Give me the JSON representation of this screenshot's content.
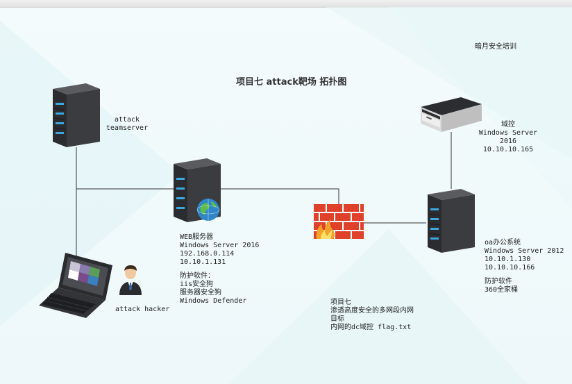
{
  "title": "项目七 attack靶场 拓扑图",
  "brand": "暗月安全培训",
  "nodes": {
    "teamserver": {
      "icon": "server-tower-icon",
      "lines": [
        "attack",
        "teamserver"
      ]
    },
    "web_server": {
      "icon": "server-globe-icon",
      "lines": [
        "WEB服务器",
        "Windows Server 2016",
        "192.168.0.114",
        "10.10.1.131"
      ],
      "protection": [
        "防护软件：",
        "iis安全狗",
        "服务器安全狗",
        "Windows Defender"
      ]
    },
    "domain_controller": {
      "icon": "rack-server-icon",
      "lines": [
        "域控",
        "Windows Server",
        "2016",
        "10.10.10.165"
      ]
    },
    "oa_server": {
      "icon": "server-tower-icon",
      "lines": [
        "oa办公系统",
        "Windows Server 2012",
        "10.10.1.130",
        "10.10.10.166"
      ],
      "protection": [
        "防护软件",
        "360全家桶"
      ]
    },
    "firewall": {
      "icon": "firewall-icon"
    },
    "hacker": {
      "icon": "laptop-icon",
      "person_icon": "businessman-icon",
      "label": "attack hacker"
    }
  },
  "project": {
    "lines": [
      "项目七",
      "渗透高度安全的多网段内网",
      "目标",
      "内网的dc域控 flag.txt"
    ]
  },
  "colors": {
    "server_body": "#2f3033",
    "server_light": "#3aa9e0",
    "firewall_brick": "#e0412b",
    "wire": "#333333"
  }
}
